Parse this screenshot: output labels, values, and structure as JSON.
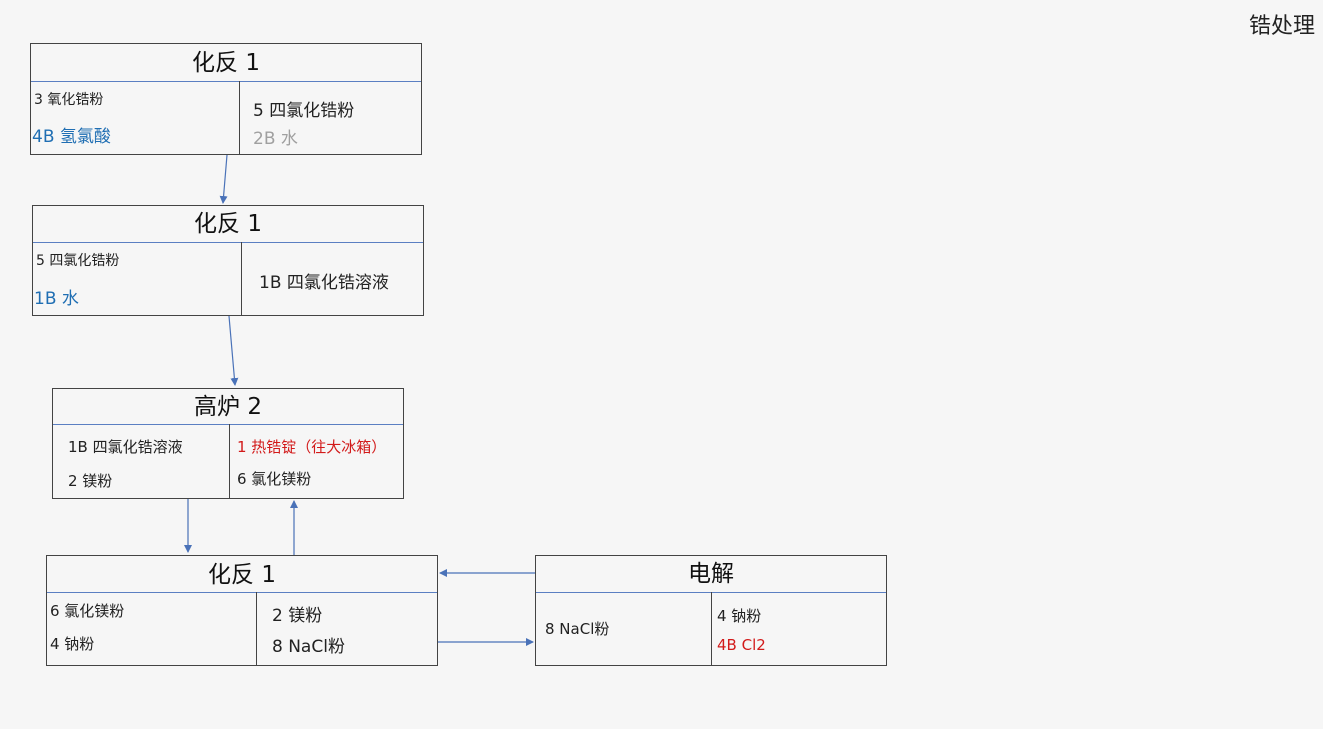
{
  "page_title": "锆处理",
  "colors": {
    "arrow": "#4a72b8",
    "header_line": "#5b7fc2",
    "input_blue": "#1f6eb3",
    "muted_gray": "#a0a0a0",
    "output_red": "#d21a1a"
  },
  "box1": {
    "title": "化反 1",
    "left": [
      "3 氧化锆粉",
      "4B 氢氯酸"
    ],
    "right": [
      "5 四氯化锆粉",
      "2B 水"
    ]
  },
  "box2": {
    "title": "化反 1",
    "left": [
      "5 四氯化锆粉",
      "1B 水"
    ],
    "right": [
      "1B 四氯化锆溶液"
    ]
  },
  "box3": {
    "title": "高炉 2",
    "left": [
      "1B 四氯化锆溶液",
      "2 镁粉"
    ],
    "right": [
      "1 热锆锭（往大冰箱）",
      "6 氯化镁粉"
    ]
  },
  "box4": {
    "title": "化反 1",
    "left": [
      "6 氯化镁粉",
      "4 钠粉"
    ],
    "right": [
      "2 镁粉",
      "8 NaCl粉"
    ]
  },
  "box5": {
    "title": "电解",
    "left": [
      "8 NaCl粉"
    ],
    "right": [
      "4 钠粉",
      "4B Cl2"
    ]
  }
}
